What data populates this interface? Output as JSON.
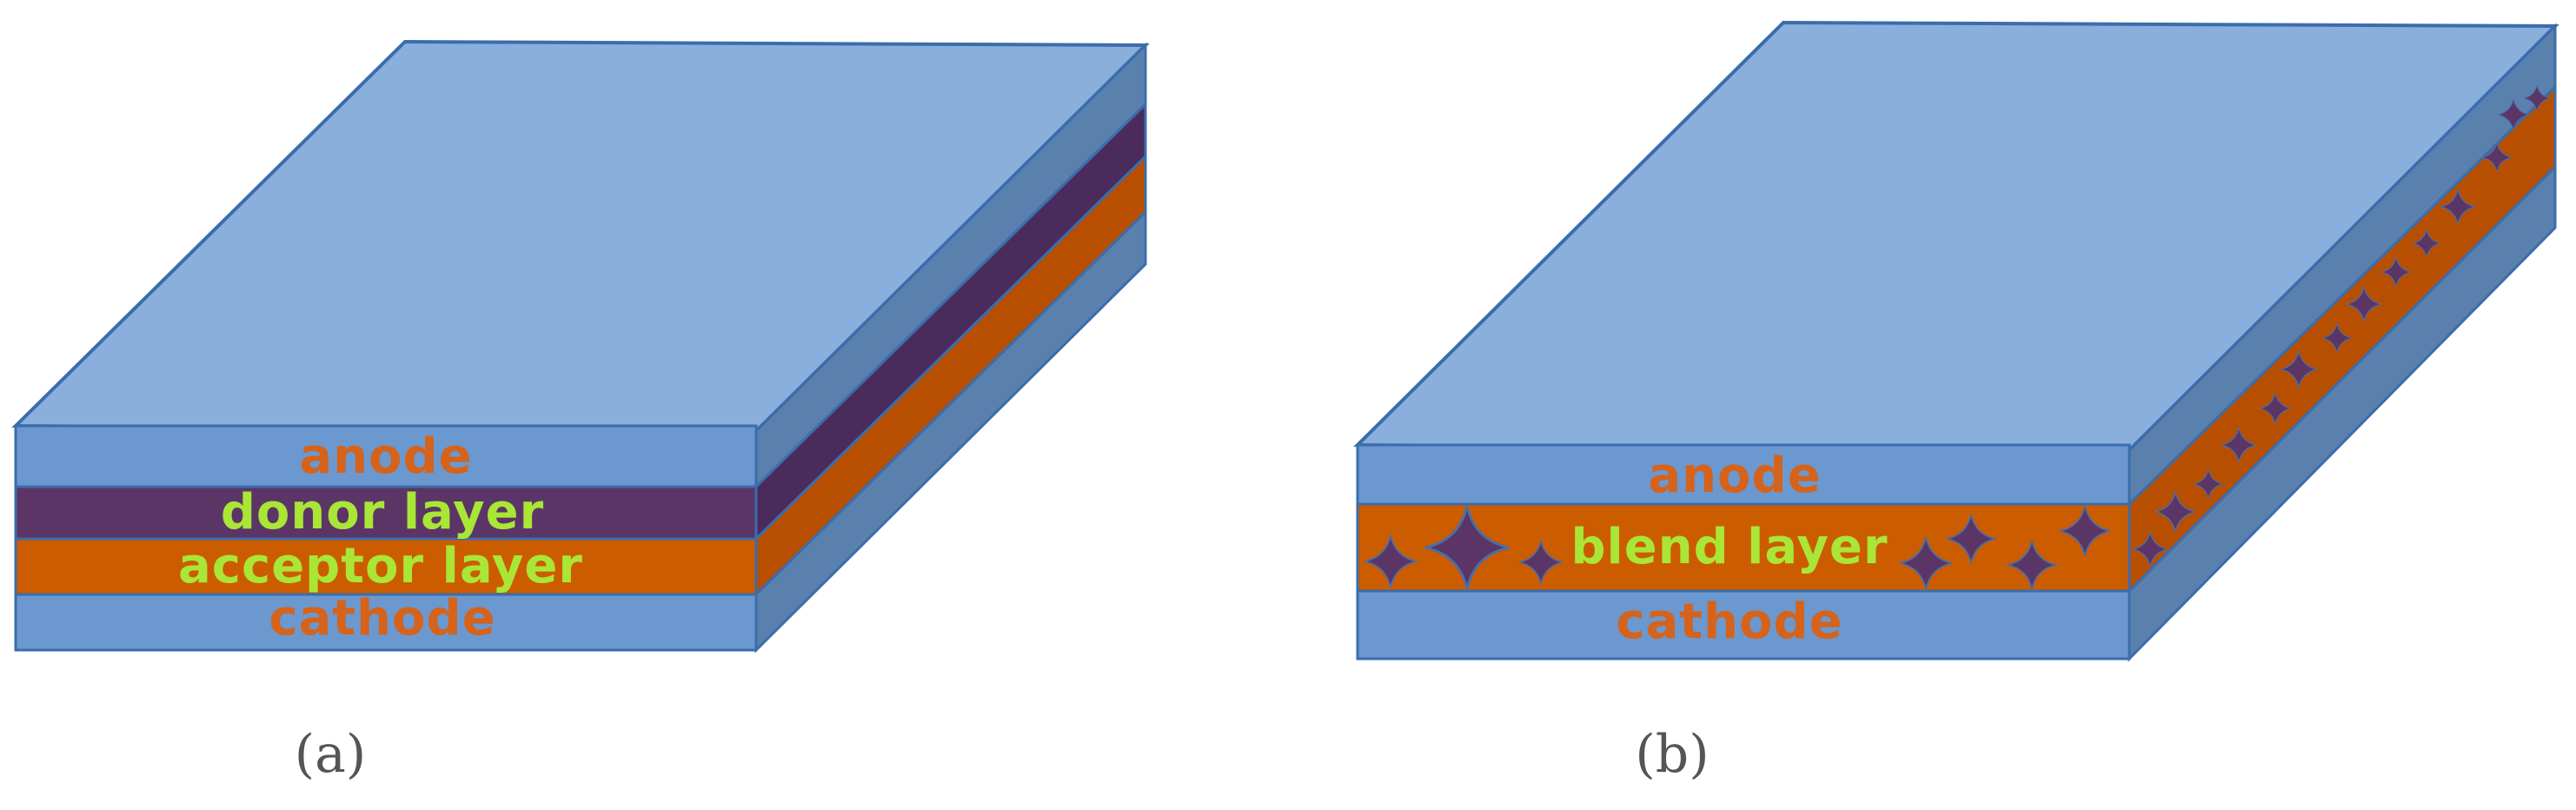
{
  "colors": {
    "anode_cathode": "#6b98cf",
    "top_face": "#8aafdc",
    "side_face": "#5a80ae",
    "outline": "#3b6dab",
    "donor": "#5b3566",
    "donor_side": "#4a2b5c",
    "acceptor": "#cc5c00",
    "acceptor_side": "#b84f00",
    "label_orange": "#d5631b",
    "label_green": "#a9e636"
  },
  "diagram_a": {
    "caption": "(a)",
    "layers": {
      "anode": "anode",
      "donor": "donor layer",
      "acceptor": "acceptor layer",
      "cathode": "cathode"
    }
  },
  "diagram_b": {
    "caption": "(b)",
    "layers": {
      "anode": "anode",
      "blend": "blend layer",
      "cathode": "cathode"
    }
  }
}
